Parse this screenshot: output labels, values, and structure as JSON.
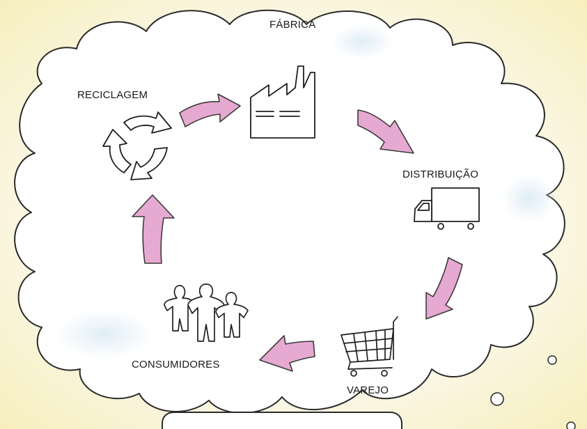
{
  "stages": {
    "fabrica": "FÁBRICA",
    "reciclagem": "RECICLAGEM",
    "distribuicao": "DISTRIBUIÇÃO",
    "varejo": "VAREJO",
    "consumidores": "CONSUMIDORES"
  },
  "icons": {
    "fabrica": "factory-icon",
    "reciclagem": "recycle-icon",
    "distribuicao": "truck-icon",
    "varejo": "shopping-cart-icon",
    "consumidores": "people-icon"
  },
  "colors": {
    "arrow_fill": "#e6a9d1",
    "outline": "#2a2a2a",
    "cloud_fill": "#ffffff",
    "background": "#fbf8ec"
  }
}
